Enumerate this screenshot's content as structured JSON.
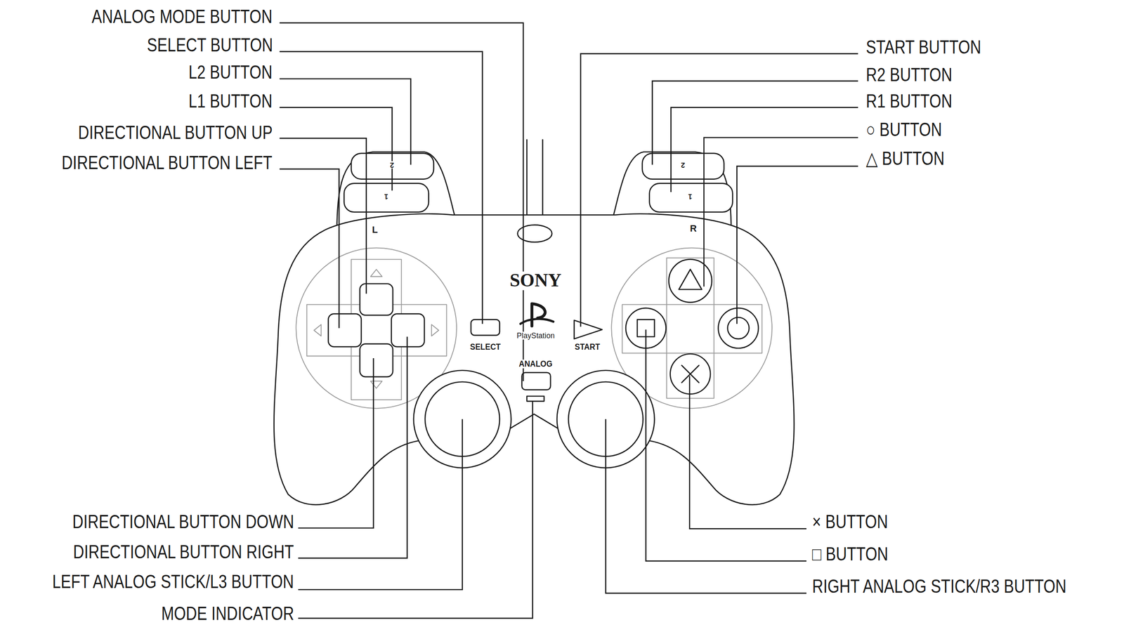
{
  "diagram": {
    "labels": [
      "ANALOG MODE BUTTON",
      "SELECT BUTTON",
      "L2 BUTTON",
      "L1 BUTTON",
      "DIRECTIONAL BUTTON UP",
      "DIRECTIONAL BUTTON LEFT",
      "START BUTTON",
      "R2 BUTTON",
      "R1 BUTTON",
      "○ BUTTON",
      "△ BUTTON",
      "DIRECTIONAL BUTTON DOWN",
      "DIRECTIONAL BUTTON RIGHT",
      "LEFT ANALOG STICK/L3 BUTTON",
      "MODE INDICATOR",
      "× BUTTON",
      "□ BUTTON",
      "RIGHT ANALOG STICK/R3 BUTTON",
      "SONY",
      "PlayStation",
      "SELECT",
      "START",
      "ANALOG",
      "L",
      "R",
      "2",
      "1",
      "2",
      "1"
    ]
  }
}
